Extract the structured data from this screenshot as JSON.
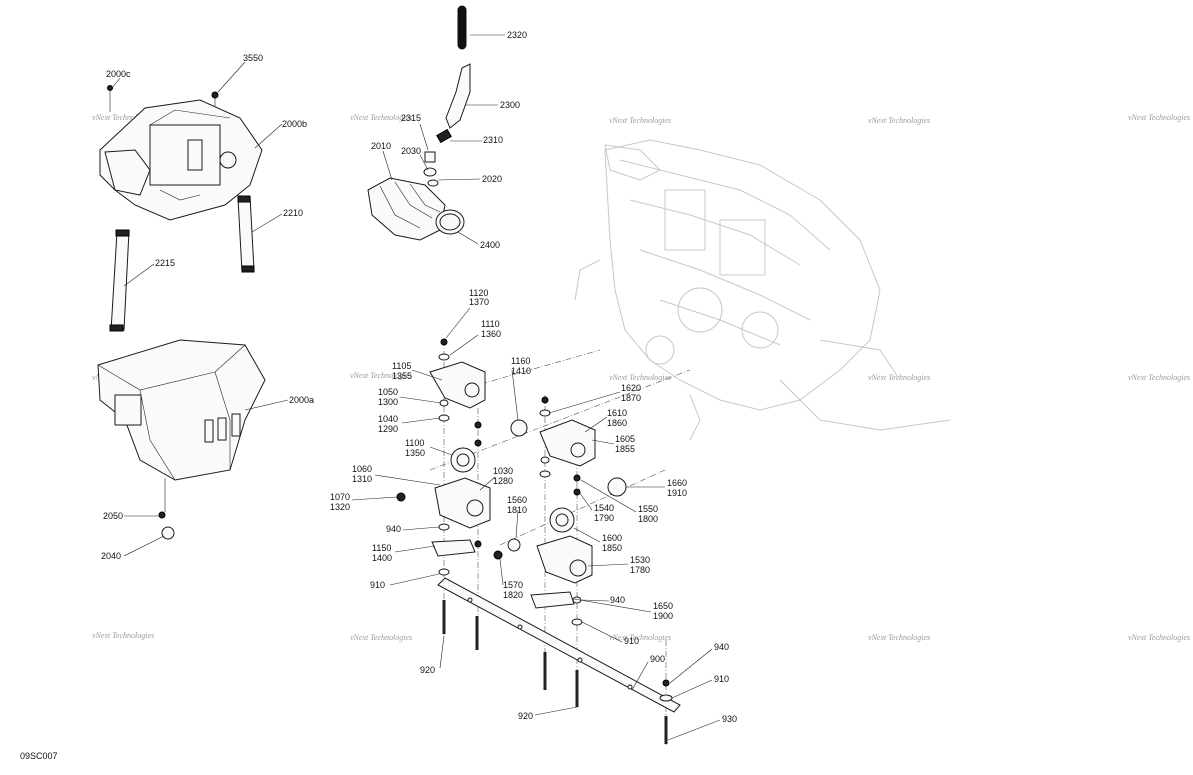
{
  "diagram_code": "09SC007",
  "watermark": "vNext Technologies",
  "callouts": [
    {
      "id": "c2000c",
      "text": "2000c"
    },
    {
      "id": "c3550",
      "text": "3550"
    },
    {
      "id": "c2000b",
      "text": "2000b"
    },
    {
      "id": "c2210",
      "text": "2210"
    },
    {
      "id": "c2215",
      "text": "2215"
    },
    {
      "id": "c2000a",
      "text": "2000a"
    },
    {
      "id": "c2050",
      "text": "2050"
    },
    {
      "id": "c2040",
      "text": "2040"
    },
    {
      "id": "c2320",
      "text": "2320"
    },
    {
      "id": "c2300",
      "text": "2300"
    },
    {
      "id": "c2315",
      "text": "2315"
    },
    {
      "id": "c2310",
      "text": "2310"
    },
    {
      "id": "c2010",
      "text": "2010"
    },
    {
      "id": "c2030",
      "text": "2030"
    },
    {
      "id": "c2020",
      "text": "2020"
    },
    {
      "id": "c2400",
      "text": "2400"
    },
    {
      "id": "c1120",
      "text": "1120"
    },
    {
      "id": "c1370",
      "text": "1370"
    },
    {
      "id": "c1110",
      "text": "1110"
    },
    {
      "id": "c1360",
      "text": "1360"
    },
    {
      "id": "c1105",
      "text": "1105"
    },
    {
      "id": "c1355",
      "text": "1355"
    },
    {
      "id": "c1050",
      "text": "1050"
    },
    {
      "id": "c1300",
      "text": "1300"
    },
    {
      "id": "c1040",
      "text": "1040"
    },
    {
      "id": "c1290",
      "text": "1290"
    },
    {
      "id": "c1100",
      "text": "1100"
    },
    {
      "id": "c1350",
      "text": "1350"
    },
    {
      "id": "c1060",
      "text": "1060"
    },
    {
      "id": "c1310",
      "text": "1310"
    },
    {
      "id": "c1070",
      "text": "1070"
    },
    {
      "id": "c1320",
      "text": "1320"
    },
    {
      "id": "c1030",
      "text": "1030"
    },
    {
      "id": "c1280",
      "text": "1280"
    },
    {
      "id": "c940a",
      "text": "940"
    },
    {
      "id": "c1150",
      "text": "1150"
    },
    {
      "id": "c1400",
      "text": "1400"
    },
    {
      "id": "c910a",
      "text": "910"
    },
    {
      "id": "c920a",
      "text": "920"
    },
    {
      "id": "c1160",
      "text": "1160"
    },
    {
      "id": "c1410",
      "text": "1410"
    },
    {
      "id": "c1620",
      "text": "1620"
    },
    {
      "id": "c1870",
      "text": "1870"
    },
    {
      "id": "c1610",
      "text": "1610"
    },
    {
      "id": "c1860",
      "text": "1860"
    },
    {
      "id": "c1605",
      "text": "1605"
    },
    {
      "id": "c1855",
      "text": "1855"
    },
    {
      "id": "c1660",
      "text": "1660"
    },
    {
      "id": "c1910",
      "text": "1910"
    },
    {
      "id": "c1560",
      "text": "1560"
    },
    {
      "id": "c1810",
      "text": "1810"
    },
    {
      "id": "c1540",
      "text": "1540"
    },
    {
      "id": "c1790",
      "text": "1790"
    },
    {
      "id": "c1550",
      "text": "1550"
    },
    {
      "id": "c1800",
      "text": "1800"
    },
    {
      "id": "c1600",
      "text": "1600"
    },
    {
      "id": "c1850",
      "text": "1850"
    },
    {
      "id": "c1530",
      "text": "1530"
    },
    {
      "id": "c1780",
      "text": "1780"
    },
    {
      "id": "c1570",
      "text": "1570"
    },
    {
      "id": "c1820",
      "text": "1820"
    },
    {
      "id": "c940b",
      "text": "940"
    },
    {
      "id": "c1650",
      "text": "1650"
    },
    {
      "id": "c1900",
      "text": "1900"
    },
    {
      "id": "c910b",
      "text": "910"
    },
    {
      "id": "c900",
      "text": "900"
    },
    {
      "id": "c940c",
      "text": "940"
    },
    {
      "id": "c910c",
      "text": "910"
    },
    {
      "id": "c920b",
      "text": "920"
    },
    {
      "id": "c930",
      "text": "930"
    }
  ]
}
